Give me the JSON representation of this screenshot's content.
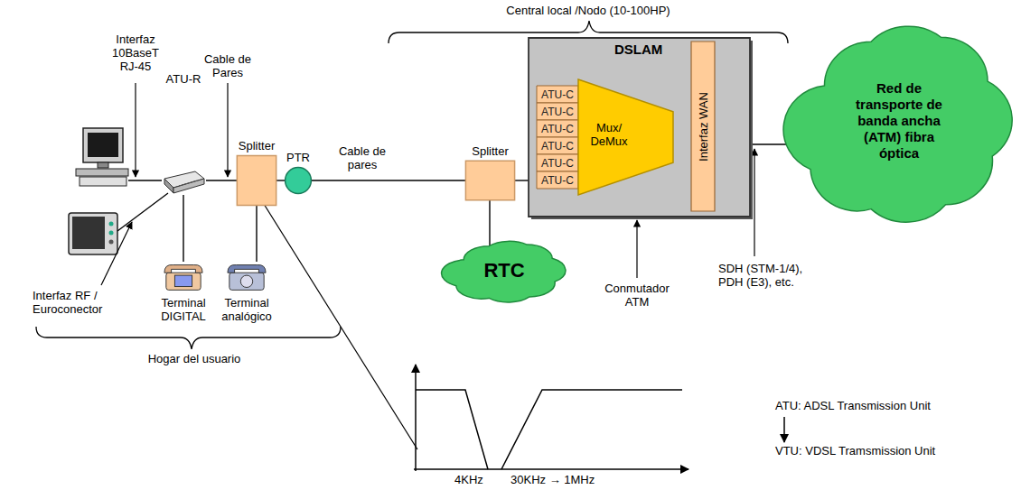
{
  "diagram": {
    "nodes": [
      {
        "text": [
          "ATU-R"
        ]
      },
      {
        "text": [
          "Splitter"
        ]
      },
      {
        "text": [
          "PTR"
        ]
      },
      {
        "text": [
          "Splitter"
        ]
      },
      {
        "text": [
          "RTC"
        ]
      },
      {
        "text": [
          "DSLAM"
        ]
      },
      {
        "text": [
          "ATU-C"
        ],
        "in": 5
      },
      {
        "text": [
          "ATU-C"
        ],
        "in": 5
      },
      {
        "text": [
          "ATU-C"
        ],
        "in": 5
      },
      {
        "text": [
          "ATU-C"
        ],
        "in": 5
      },
      {
        "text": [
          "ATU-C"
        ],
        "in": 5
      },
      {
        "text": [
          "ATU-C"
        ],
        "in": 5
      },
      {
        "text": [
          "Mux/ DeMux"
        ],
        "in": 5
      },
      {
        "text": [
          "Interfaz WAN"
        ],
        "in": 5
      },
      {
        "text": [
          "Red de transporte de banda ancha (ATM) fibra óptica"
        ]
      },
      {
        "text": [
          "Terminal DIGITAL"
        ]
      },
      {
        "text": [
          "Terminal analógico"
        ]
      }
    ],
    "edges": [
      {
        "from": 0,
        "to": 1,
        "arrow": "none"
      },
      {
        "from": 1,
        "to": 2,
        "arrow": "none"
      },
      {
        "from": 2,
        "to": 3,
        "arrow": "none"
      },
      {
        "from": 3,
        "to": 4,
        "arrow": "none"
      },
      {
        "from": 3,
        "to": 5,
        "arrow": "none"
      },
      {
        "from": 12,
        "to": 13,
        "arrow": "none"
      },
      {
        "from": 13,
        "to": 14,
        "arrow": "none"
      },
      {
        "from": 0,
        "to": 15,
        "arrow": "none"
      },
      {
        "from": 1,
        "to": 16,
        "arrow": "none"
      }
    ],
    "labels": [
      "Central local /Nodo (10-100HP)",
      "Interfaz 10BaseT RJ-45",
      "Cable de Pares",
      "Cable de pares",
      "Interfaz RF / Euroconector",
      "Hogar del usuario",
      "Conmutador ATM",
      "SDH (STM-1/4), PDH (E3), etc.",
      "4KHz",
      "30KHz → 1MHz",
      "ATU: ADSL Transmission Unit",
      "VTU: VDSL Tramsmission Unit"
    ]
  }
}
